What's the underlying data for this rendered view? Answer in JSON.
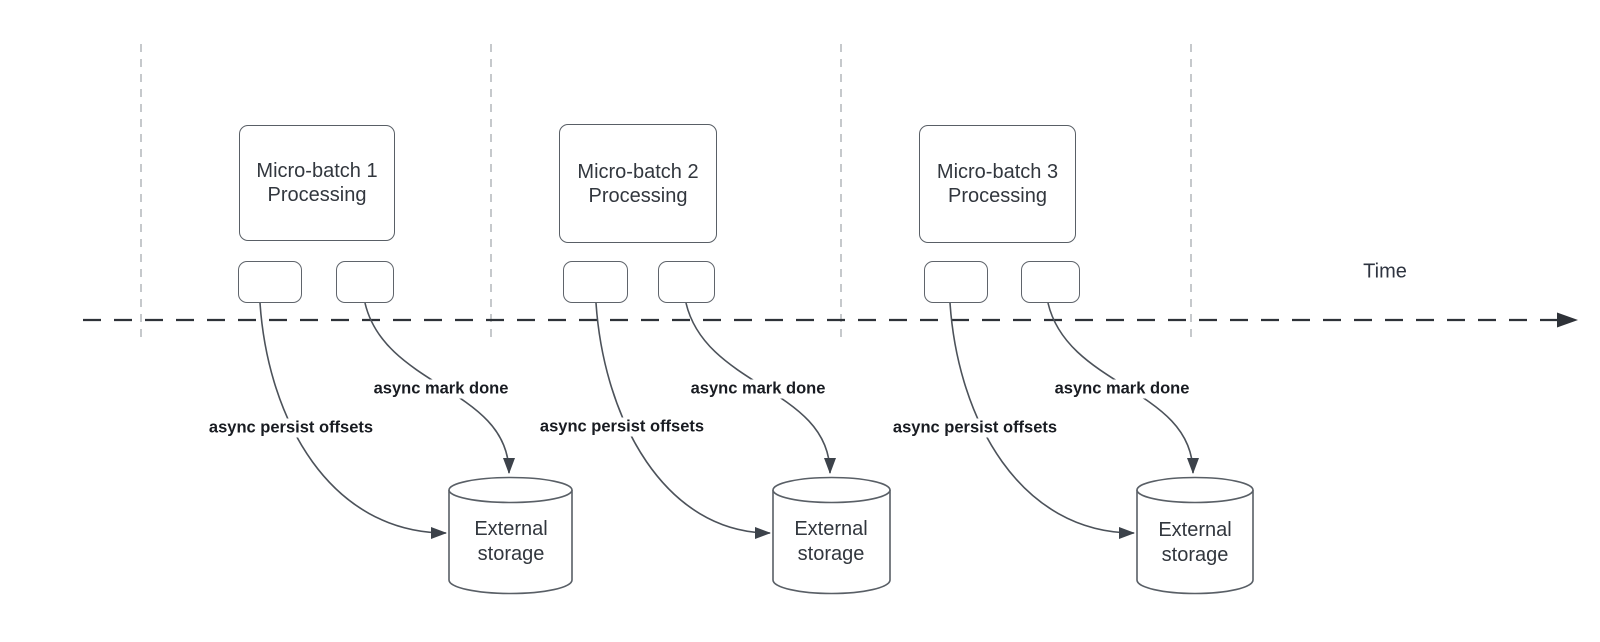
{
  "diagram": {
    "time_axis": {
      "label": "Time"
    },
    "batches": [
      {
        "id": "micro-batch-1",
        "title_line1": "Micro-batch 1",
        "title_line2": "Processing",
        "persist_label": "async persist offsets",
        "mark_done_label": "async mark done",
        "storage_line1": "External",
        "storage_line2": "storage"
      },
      {
        "id": "micro-batch-2",
        "title_line1": "Micro-batch 2",
        "title_line2": "Processing",
        "persist_label": "async persist offsets",
        "mark_done_label": "async mark done",
        "storage_line1": "External",
        "storage_line2": "storage"
      },
      {
        "id": "micro-batch-3",
        "title_line1": "Micro-batch 3",
        "title_line2": "Processing",
        "persist_label": "async persist offsets",
        "mark_done_label": "async mark done",
        "storage_line1": "External",
        "storage_line2": "storage"
      }
    ],
    "colors": {
      "background": "#ffffff",
      "node_stroke": "#595f66",
      "node_text": "#32373e",
      "edge_stroke": "#4c525a",
      "edge_label_text": "#191c22",
      "timeline_stroke": "#2e3238",
      "guide_stroke": "#b4b7bb"
    }
  }
}
